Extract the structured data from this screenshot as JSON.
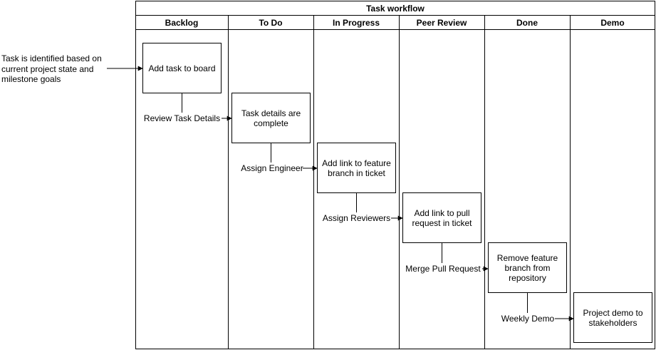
{
  "diagram": {
    "title": "Task workflow",
    "lanes": [
      {
        "label": "Backlog"
      },
      {
        "label": "To Do"
      },
      {
        "label": "In Progress"
      },
      {
        "label": "Peer Review"
      },
      {
        "label": "Done"
      },
      {
        "label": "Demo"
      }
    ],
    "external_note": {
      "lines": [
        "Task is identified based on",
        "current project state and",
        "milestone goals"
      ]
    },
    "steps": [
      {
        "lines": [
          "Add task to board"
        ]
      },
      {
        "lines": [
          "Task details are",
          "complete"
        ]
      },
      {
        "lines": [
          "Add link to feature",
          "branch in ticket"
        ]
      },
      {
        "lines": [
          "Add link to pull",
          "request in ticket"
        ]
      },
      {
        "lines": [
          "Remove feature",
          "branch from",
          "repository"
        ]
      },
      {
        "lines": [
          "Project demo to",
          "stakeholders"
        ]
      }
    ],
    "transitions": [
      {
        "label": "Review Task Details"
      },
      {
        "label": "Assign Engineer"
      },
      {
        "label": "Assign Reviewers"
      },
      {
        "label": "Merge Pull Request"
      },
      {
        "label": "Weekly Demo"
      }
    ]
  }
}
